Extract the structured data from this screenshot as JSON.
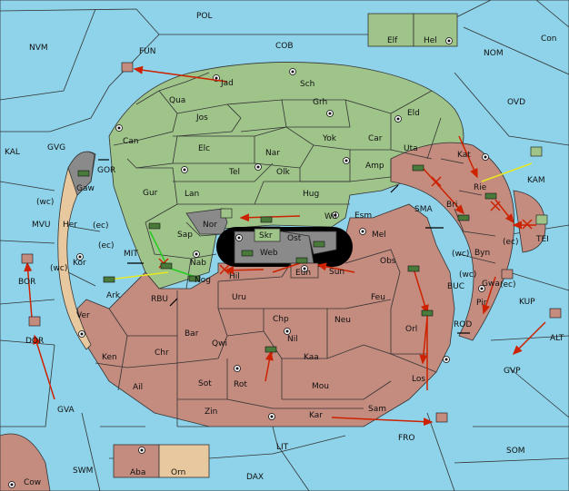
{
  "colors": {
    "sea": "#8ed3ea",
    "green_power": "#9fc48a",
    "red_power": "#c48b7f",
    "neutral": "#e8c89e",
    "impassable": "#000000",
    "order_move": "#cc2200",
    "order_support": "#e8e820",
    "order_green": "#22cc22"
  },
  "sea_labels": {
    "POL": "POL",
    "NVM": "NVM",
    "FUN": "FUN",
    "COB": "COB",
    "NOM": "NOM",
    "Con": "Con",
    "OVD": "OVD",
    "KAL": "KAL",
    "GVG": "GVG",
    "GOR": "GOR",
    "KAM": "KAM",
    "MVU": "MVU",
    "SMA": "SMA",
    "TEI": "TEI",
    "MIT": "MIT",
    "BOR": "BOR",
    "RBU": "RBU",
    "BUC": "BUC",
    "KUP": "KUP",
    "DOR": "DOR",
    "ROD": "ROD",
    "ALT": "ALT",
    "GVP": "GVP",
    "GVA": "GVA",
    "FRO": "FRO",
    "LIT": "LIT",
    "SOM": "SOM",
    "SWM": "SWM",
    "DAX": "DAX",
    "Cow": "Cow"
  },
  "land_labels": {
    "Elf": "Elf",
    "Hel": "Hel",
    "Jad": "Jad",
    "Sch": "Sch",
    "Qua": "Qua",
    "Grh": "Grh",
    "Jos": "Jos",
    "Eld": "Eld",
    "Can": "Can",
    "Yok": "Yok",
    "Car": "Car",
    "Elc": "Elc",
    "Nar": "Nar",
    "Uta": "Uta",
    "Kat": "Kat",
    "Tel": "Tel",
    "Olk": "Olk",
    "Amp": "Amp",
    "Gaw": "Gaw",
    "Gur": "Gur",
    "Lan": "Lan",
    "Hug": "Hug",
    "Rie": "Rie",
    "Bri": "Bri",
    "Wil": "Wil",
    "Esm": "Esm",
    "Her": "Her",
    "Nor": "Nor",
    "Skr": "Skr",
    "Mel": "Mel",
    "Sap": "Sap",
    "Ost": "Ost",
    "Byn": "Byn",
    "Web": "Web",
    "Kor": "Kor",
    "Obs": "Obs",
    "Nab": "Nab",
    "Eun": "Eun",
    "Sun": "Sun",
    "Gwa": "Gwa",
    "Hil": "Hil",
    "Nog": "Nog",
    "Ark": "Ark",
    "Uru": "Uru",
    "Feu": "Feu",
    "Pir": "Pir",
    "Ver": "Ver",
    "Chp": "Chp",
    "Neu": "Neu",
    "Bar": "Bar",
    "Qwi": "Qwi",
    "Orl": "Orl",
    "Nil": "Nil",
    "Ken": "Ken",
    "Chr": "Chr",
    "Kaa": "Kaa",
    "Ail": "Ail",
    "Sot": "Sot",
    "Rot": "Rot",
    "Mou": "Mou",
    "Los": "Los",
    "Zin": "Zin",
    "Sam": "Sam",
    "Kar": "Kar",
    "Aba": "Aba",
    "Orn": "Orn"
  },
  "coast_tags": {
    "wc1": "(wc)",
    "ec1": "(ec)",
    "ec2": "(ec)",
    "wc2": "(wc)",
    "wc3": "(wc)",
    "wc4": "(wc)",
    "ec3": "(ec)",
    "ec4": "(ec)"
  }
}
